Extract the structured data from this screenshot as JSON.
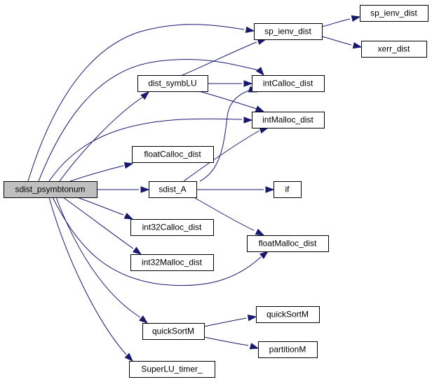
{
  "graph": {
    "nodes": [
      {
        "id": "sdist_psymbtonum",
        "label": "sdist_psymbtonum",
        "root": true
      },
      {
        "id": "dist_symbLU",
        "label": "dist_symbLU"
      },
      {
        "id": "floatCalloc_dist",
        "label": "floatCalloc_dist"
      },
      {
        "id": "sdist_A",
        "label": "sdist_A"
      },
      {
        "id": "int32Calloc_dist",
        "label": "int32Calloc_dist"
      },
      {
        "id": "int32Malloc_dist",
        "label": "int32Malloc_dist"
      },
      {
        "id": "quickSortM",
        "label": "quickSortM"
      },
      {
        "id": "SuperLU_timer_",
        "label": "SuperLU_timer_"
      },
      {
        "id": "sp_ienv_dist_mid",
        "label": "sp_ienv_dist"
      },
      {
        "id": "intCalloc_dist",
        "label": "intCalloc_dist"
      },
      {
        "id": "intMalloc_dist",
        "label": "intMalloc_dist"
      },
      {
        "id": "if",
        "label": "if"
      },
      {
        "id": "floatMalloc_dist",
        "label": "floatMalloc_dist"
      },
      {
        "id": "quickSortM_child",
        "label": "quickSortM"
      },
      {
        "id": "partitionM",
        "label": "partitionM"
      },
      {
        "id": "sp_ienv_dist_right",
        "label": "sp_ienv_dist"
      },
      {
        "id": "xerr_dist",
        "label": "xerr_dist"
      }
    ],
    "edges": [
      {
        "from": "sdist_psymbtonum",
        "to": "sp_ienv_dist_mid"
      },
      {
        "from": "sdist_psymbtonum",
        "to": "dist_symbLU"
      },
      {
        "from": "sdist_psymbtonum",
        "to": "intCalloc_dist"
      },
      {
        "from": "sdist_psymbtonum",
        "to": "intMalloc_dist"
      },
      {
        "from": "sdist_psymbtonum",
        "to": "floatCalloc_dist"
      },
      {
        "from": "sdist_psymbtonum",
        "to": "sdist_A"
      },
      {
        "from": "sdist_psymbtonum",
        "to": "int32Calloc_dist"
      },
      {
        "from": "sdist_psymbtonum",
        "to": "int32Malloc_dist"
      },
      {
        "from": "sdist_psymbtonum",
        "to": "floatMalloc_dist"
      },
      {
        "from": "sdist_psymbtonum",
        "to": "quickSortM"
      },
      {
        "from": "sdist_psymbtonum",
        "to": "SuperLU_timer_"
      },
      {
        "from": "dist_symbLU",
        "to": "sp_ienv_dist_mid"
      },
      {
        "from": "dist_symbLU",
        "to": "intCalloc_dist"
      },
      {
        "from": "dist_symbLU",
        "to": "intMalloc_dist"
      },
      {
        "from": "sdist_A",
        "to": "intCalloc_dist"
      },
      {
        "from": "sdist_A",
        "to": "intMalloc_dist"
      },
      {
        "from": "sdist_A",
        "to": "if"
      },
      {
        "from": "sdist_A",
        "to": "floatMalloc_dist"
      },
      {
        "from": "quickSortM",
        "to": "quickSortM_child"
      },
      {
        "from": "quickSortM",
        "to": "partitionM"
      },
      {
        "from": "sp_ienv_dist_mid",
        "to": "sp_ienv_dist_right"
      },
      {
        "from": "sp_ienv_dist_mid",
        "to": "xerr_dist"
      }
    ]
  }
}
